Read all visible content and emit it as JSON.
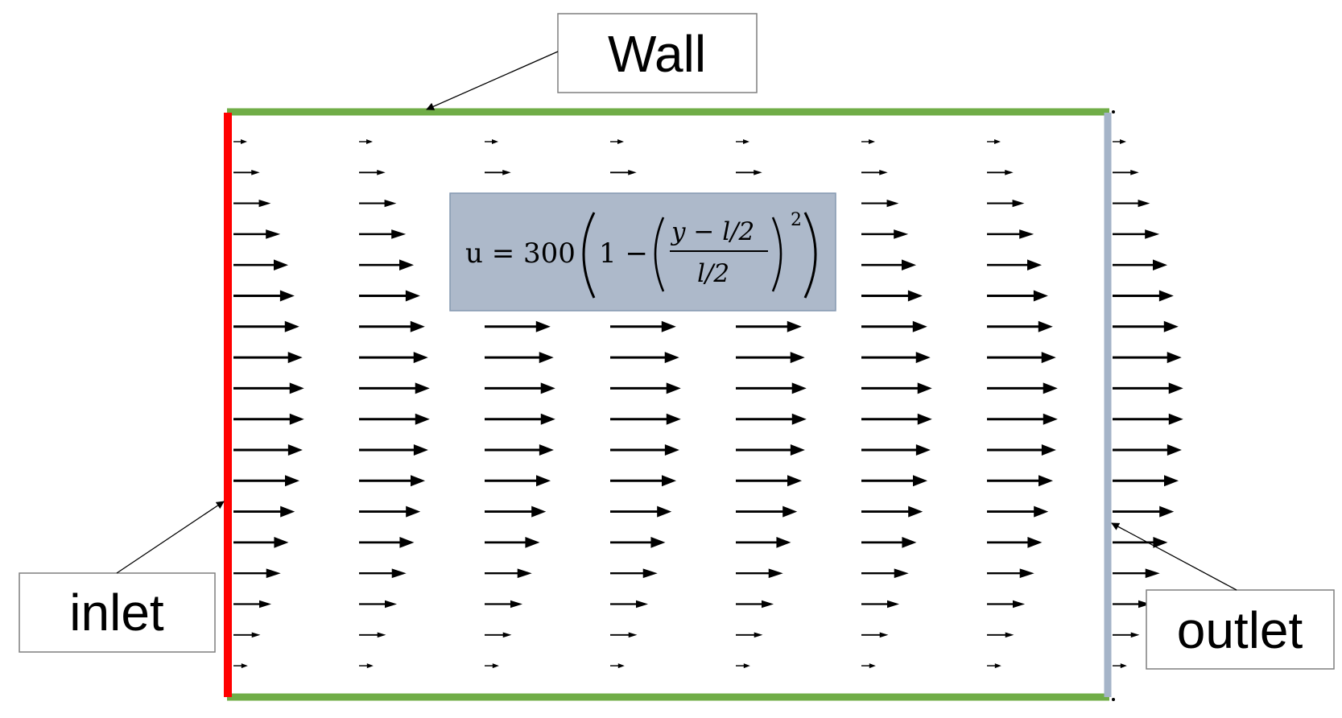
{
  "labels": {
    "wall": "Wall",
    "inlet": "inlet",
    "outlet": "outlet"
  },
  "equation": {
    "lhs": "u = 300",
    "one_minus": "1 −",
    "numerator": "y − l/2",
    "denominator": "l/2",
    "exponent": "2"
  },
  "colors": {
    "wall": "#70ad47",
    "inlet": "#ff0000",
    "outlet": "#a5b4c8",
    "equation_box": "#adb9ca",
    "arrows": "#000000"
  },
  "velocity_profile": {
    "u_max": 300,
    "profile": "parabolic",
    "arrow_rows": 18,
    "arrow_columns": 8
  }
}
